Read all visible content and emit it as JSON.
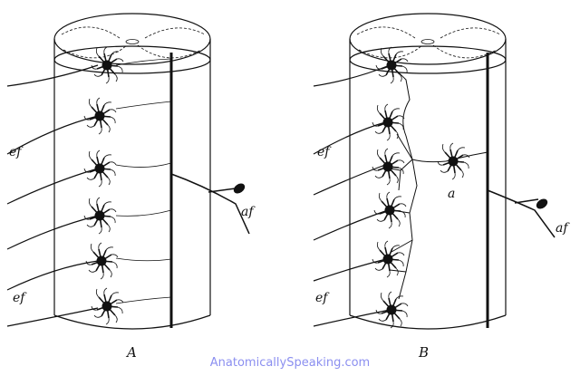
{
  "panels": [
    {
      "id": "A",
      "caption": "A",
      "efferent_labels": [
        "ef",
        "ef"
      ],
      "afferent_label": "af",
      "cell_label": ""
    },
    {
      "id": "B",
      "caption": "B",
      "efferent_labels": [
        "ef",
        "ef"
      ],
      "afferent_label": "af",
      "cell_label": "a"
    }
  ],
  "watermark": "AnatomicallySpeaking.com",
  "colors": {
    "ink": "#111111",
    "watermark": "#8b8ff0",
    "background": "#ffffff"
  }
}
